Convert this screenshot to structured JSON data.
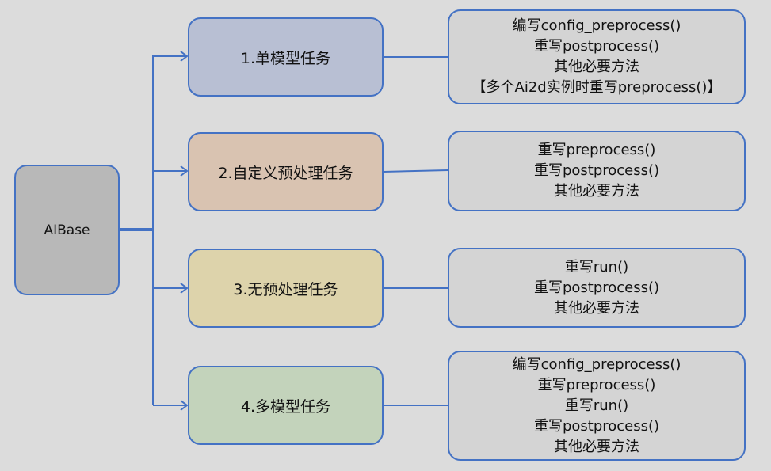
{
  "root": {
    "label": "AIBase",
    "color": "#b8b8b8"
  },
  "border_color": "#4472c4",
  "tasks": [
    {
      "label": "1.单模型任务",
      "color": "#b8bfd3",
      "details": [
        "编写config_preprocess()",
        "重写postprocess()",
        "其他必要方法",
        "【多个Ai2d实例时重写preprocess()】"
      ]
    },
    {
      "label": "2.自定义预处理任务",
      "color": "#d9c3b1",
      "details": [
        "重写preprocess()",
        "重写postprocess()",
        "其他必要方法"
      ]
    },
    {
      "label": "3.无预处理任务",
      "color": "#ddd3ab",
      "details": [
        "重写run()",
        "重写postprocess()",
        "其他必要方法"
      ]
    },
    {
      "label": "4.多模型任务",
      "color": "#c3d3bb",
      "details": [
        "编写config_preprocess()",
        "重写preprocess()",
        "重写run()",
        "重写postprocess()",
        "其他必要方法"
      ]
    }
  ]
}
